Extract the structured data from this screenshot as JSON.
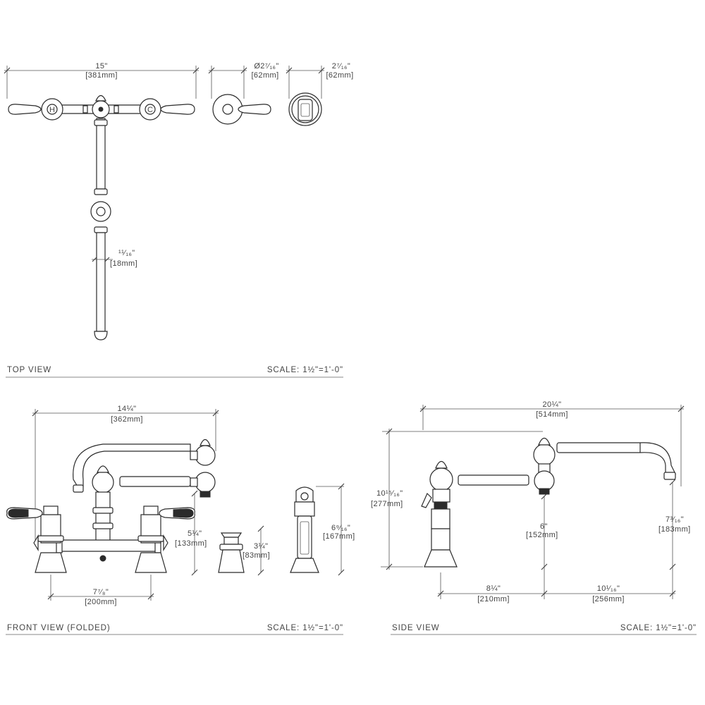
{
  "views": {
    "top": {
      "label": "TOP VIEW",
      "scale": "SCALE: 1½\"=1'-0\""
    },
    "front": {
      "label": "FRONT VIEW (FOLDED)",
      "scale": "SCALE: 1½\"=1'-0\""
    },
    "side": {
      "label": "SIDE VIEW",
      "scale": "SCALE: 1½\"=1'-0\""
    }
  },
  "dims": {
    "top_width": {
      "imperial": "15\"",
      "metric": "[381mm]"
    },
    "top_dia": {
      "imperial": "Ø2⁷⁄₁₆\"",
      "metric": "[62mm]"
    },
    "top_spray": {
      "imperial": "2⁷⁄₁₆\"",
      "metric": "[62mm]"
    },
    "top_tube": {
      "imperial": "¹¹⁄₁₆\"",
      "metric": "[18mm]"
    },
    "front_width": {
      "imperial": "14¼\"",
      "metric": "[362mm]"
    },
    "front_centers": {
      "imperial": "7⁷⁄₈\"",
      "metric": "[200mm]"
    },
    "front_height": {
      "imperial": "5¼\"",
      "metric": "[133mm]"
    },
    "front_handle": {
      "imperial": "3¼\"",
      "metric": "[83mm]"
    },
    "front_spray": {
      "imperial": "6⁹⁄₁₆\"",
      "metric": "[167mm]"
    },
    "side_width": {
      "imperial": "20¼\"",
      "metric": "[514mm]"
    },
    "side_height": {
      "imperial": "10¹⁵⁄₁₆\"",
      "metric": "[277mm]"
    },
    "side_mid": {
      "imperial": "6\"",
      "metric": "[152mm]"
    },
    "side_spout": {
      "imperial": "7³⁄₁₆\"",
      "metric": "[183mm]"
    },
    "side_base": {
      "imperial": "8¼\"",
      "metric": "[210mm]"
    },
    "side_reach": {
      "imperial": "10¹⁄₁₆\"",
      "metric": "[256mm]"
    }
  }
}
